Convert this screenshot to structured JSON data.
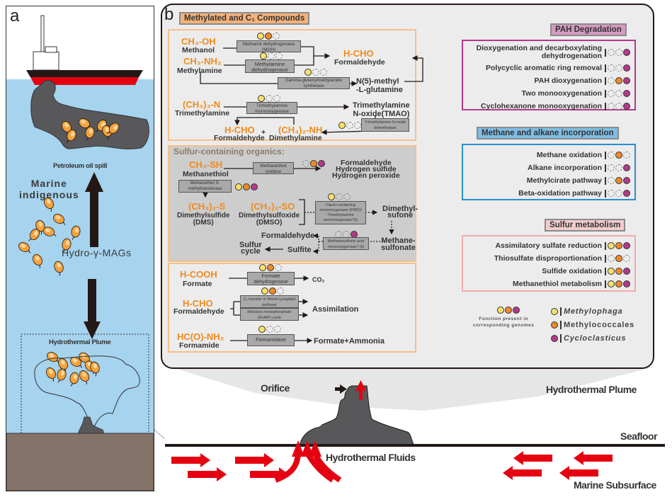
{
  "panel_a": {
    "letter": "a",
    "oil_spill_label": "Petroleum oil spill",
    "marine_indigenous_label": "Marine\nindigenous",
    "mags_label": "Hydro-γ-MAGs",
    "plume_label": "Hydrothermal Plume"
  },
  "panel_b": {
    "letter": "b",
    "methylated": {
      "title": "Methylated and C₁ Compounds",
      "reactions": [
        {
          "chem": "CH₃-OH",
          "name": "Methanol",
          "enzyme": "Methanol dehydrogenase (MDH)",
          "genomes": [
            true,
            true,
            false
          ]
        },
        {
          "chem": "CH₃-NH₂",
          "name": "Methylamine",
          "enzyme": "Methylamine dehydrogenase",
          "genomes": [
            true,
            false,
            false
          ]
        },
        {
          "enzyme": "Gamma-glutamylmethylamide synthetase",
          "genomes": [
            true,
            false,
            false
          ]
        },
        {
          "chem": "(CH₃)₃-N",
          "name": "Trimethylamine",
          "enzyme": "Trimethylamine monooxygenase",
          "genomes": [
            true,
            false,
            false
          ]
        },
        {
          "enzyme": "Trimethylamine N-oxide demethylase",
          "genomes": [
            true,
            false,
            false
          ]
        }
      ],
      "products": {
        "hcho_chem": "H-CHO",
        "hcho_name": "Formaldehyde",
        "n5": "N(5)-methyl\n-L-glutamine",
        "tmao": "Trimethylamine\nN-oxide(TMAO)",
        "hcho2_chem": "H-CHO",
        "hcho2_name": "Formaldehyde",
        "plus": "+",
        "dma_chem": "(CH₃)₂-NH",
        "dma_name": "Dimethylamine"
      }
    },
    "sulfur_organics": {
      "title": "Sulfur-containing organics:",
      "methanethiol_chem": "CH₃-SH",
      "methanethiol_name": "Methanethiol",
      "oxidase": {
        "enzyme": "Methanethiol oxidase",
        "genomes": [
          false,
          true,
          true
        ]
      },
      "oxidase_products": "Formaldehyde\nHydrogen sulfide\nHydrogen peroxide",
      "transferase": {
        "enzyme": "Methanethiol S-methyltransferase",
        "genomes": [
          true,
          true,
          true
        ]
      },
      "dms_chem": "(CH₃)₂-S",
      "dms_name": "Dimethylsulfide\n(DMS)",
      "dmso_chem": "(CH₃)₂-SO",
      "dmso_name": "Dimethylsulfoxide\n(DMSO)",
      "fmo": {
        "enzyme": "Flavin-containing monooxygenase (FMO)/ Trimethylamine monooxygenase?(i)",
        "genomes": [
          true,
          false,
          false
        ]
      },
      "dimethylsulfone": "Dimethyl-\nsufone",
      "methanesulfonate": "Methane-\nsulfonate",
      "msa": {
        "enzyme": "Methanesulfonic acid monooxygenase? (ii)",
        "genomes": [
          false,
          false,
          true
        ]
      },
      "formaldehyde": "Formaldehyde",
      "sulfite": "Sulfite",
      "sulfur_cycle": "Sulfur\ncycle"
    },
    "c1": {
      "formate_chem": "H-COOH",
      "formate_name": "Formate",
      "formate_enzyme": {
        "enzyme": "Formate dehydrogenase",
        "genomes": [
          true,
          true,
          false
        ]
      },
      "co2": "CO₂",
      "hcho_chem": "H-CHO",
      "hcho_name": "Formaldehyde",
      "assim_enzymes": {
        "enzyme1": "C₁ transfer in Wood-Ljungdahl pathway",
        "enzyme2": "Ribulose monophosphate (RuMP) cycle",
        "genomes": [
          true,
          true,
          false
        ]
      },
      "assimilation": "Assimilation",
      "formamide_chem": "HC(O)-NH₂",
      "formamide_name": "Formamide",
      "formamidase": {
        "enzyme": "Formamidase",
        "genomes": [
          true,
          false,
          false
        ]
      },
      "formamidase_product": "Formate+Ammonia"
    },
    "pah": {
      "title": "PAH Degradation",
      "rows": [
        {
          "label": "Dioxygenation and decarboxylating\ndehydrogenation",
          "genomes": [
            false,
            false,
            true
          ]
        },
        {
          "label": "Polycyclic aromatic ring removal",
          "genomes": [
            false,
            false,
            true
          ]
        },
        {
          "label": "PAH dioxygenation",
          "genomes": [
            false,
            true,
            true
          ]
        },
        {
          "label": "Two monooxygenation",
          "genomes": [
            false,
            false,
            true
          ]
        },
        {
          "label": "Cyclohexanone monooxygenation",
          "genomes": [
            false,
            false,
            true
          ]
        }
      ]
    },
    "methane": {
      "title": "Methane and alkane incorporation",
      "rows": [
        {
          "label": "Methane oxidation",
          "genomes": [
            false,
            true,
            false
          ]
        },
        {
          "label": "Alkane incorporation",
          "genomes": [
            false,
            false,
            true
          ]
        },
        {
          "label": "Methylcirate pathway",
          "genomes": [
            false,
            true,
            true
          ]
        },
        {
          "label": "Beta-oxidation pathway",
          "genomes": [
            false,
            false,
            true
          ]
        }
      ]
    },
    "sulfur": {
      "title": "Sulfur metabolism",
      "rows": [
        {
          "label": "Assimilatory sulfate reduction",
          "genomes": [
            true,
            true,
            true
          ]
        },
        {
          "label": "Thiosulfate disproportionation",
          "genomes": [
            false,
            true,
            false
          ]
        },
        {
          "label": "Sulfide oxidation",
          "genomes": [
            true,
            true,
            true
          ]
        },
        {
          "label": "Methanethiol metabolism",
          "genomes": [
            true,
            true,
            true
          ]
        }
      ]
    },
    "legend": {
      "caption": "Function present in\ncorresponding genomes",
      "taxa": [
        {
          "name": "Methylophaga",
          "italic": true,
          "color": "#f7e06a"
        },
        {
          "name": "Methylococcales",
          "italic": false,
          "color": "#ee8a2a"
        },
        {
          "name": "Cycloclasticus",
          "italic": true,
          "color": "#b23a8a"
        }
      ]
    }
  },
  "bottom": {
    "orifice": "Orifice",
    "plume": "Hydrothermal Plume",
    "seafloor": "Seafloor",
    "fluids": "Hydrothermal Fluids",
    "subsurface": "Marine Subsurface"
  },
  "colors": {
    "genome": [
      "#f7e06a",
      "#ee8a2a",
      "#b23a8a"
    ],
    "sea": "#a6d3ee",
    "sediment": "#85736a",
    "methylated_header": "#f4b27a",
    "pah_header": "#d59bc0",
    "methane_header": "#7fbde3",
    "sulfur_header": "#f2cccc",
    "arrow_red": "#e50012"
  }
}
